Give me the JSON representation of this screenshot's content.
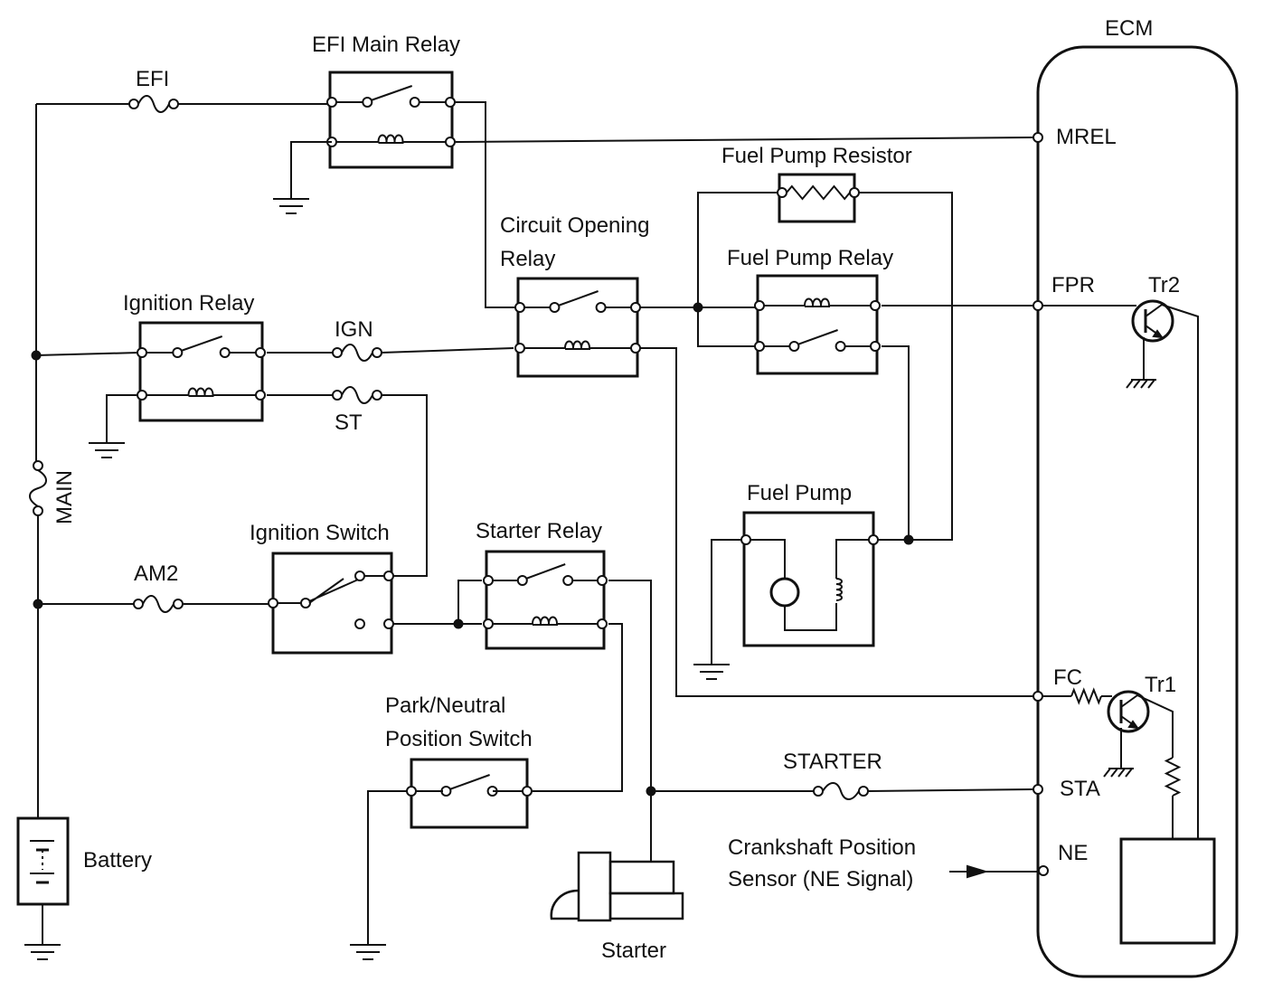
{
  "ecm": {
    "title": "ECM",
    "pins": {
      "mrel": "MREL",
      "fpr": "FPR",
      "fc": "FC",
      "sta": "STA",
      "ne": "NE"
    },
    "tr1": "Tr1",
    "tr2": "Tr2"
  },
  "fuses": {
    "efi": "EFI",
    "ign": "IGN",
    "st": "ST",
    "main": "MAIN",
    "am2": "AM2",
    "starter": "STARTER"
  },
  "components": {
    "efi_main_relay": "EFI Main Relay",
    "fuel_pump_resistor": "Fuel Pump Resistor",
    "circuit_opening_relay_1": "Circuit Opening",
    "circuit_opening_relay_2": "Relay",
    "fuel_pump_relay": "Fuel Pump Relay",
    "ignition_relay": "Ignition Relay",
    "fuel_pump": "Fuel Pump",
    "ignition_switch": "Ignition Switch",
    "starter_relay": "Starter Relay",
    "park_neutral_1": "Park/Neutral",
    "park_neutral_2": "Position Switch",
    "battery": "Battery",
    "starter": "Starter",
    "crankshaft_1": "Crankshaft Position",
    "crankshaft_2": "Sensor (NE Signal)"
  }
}
